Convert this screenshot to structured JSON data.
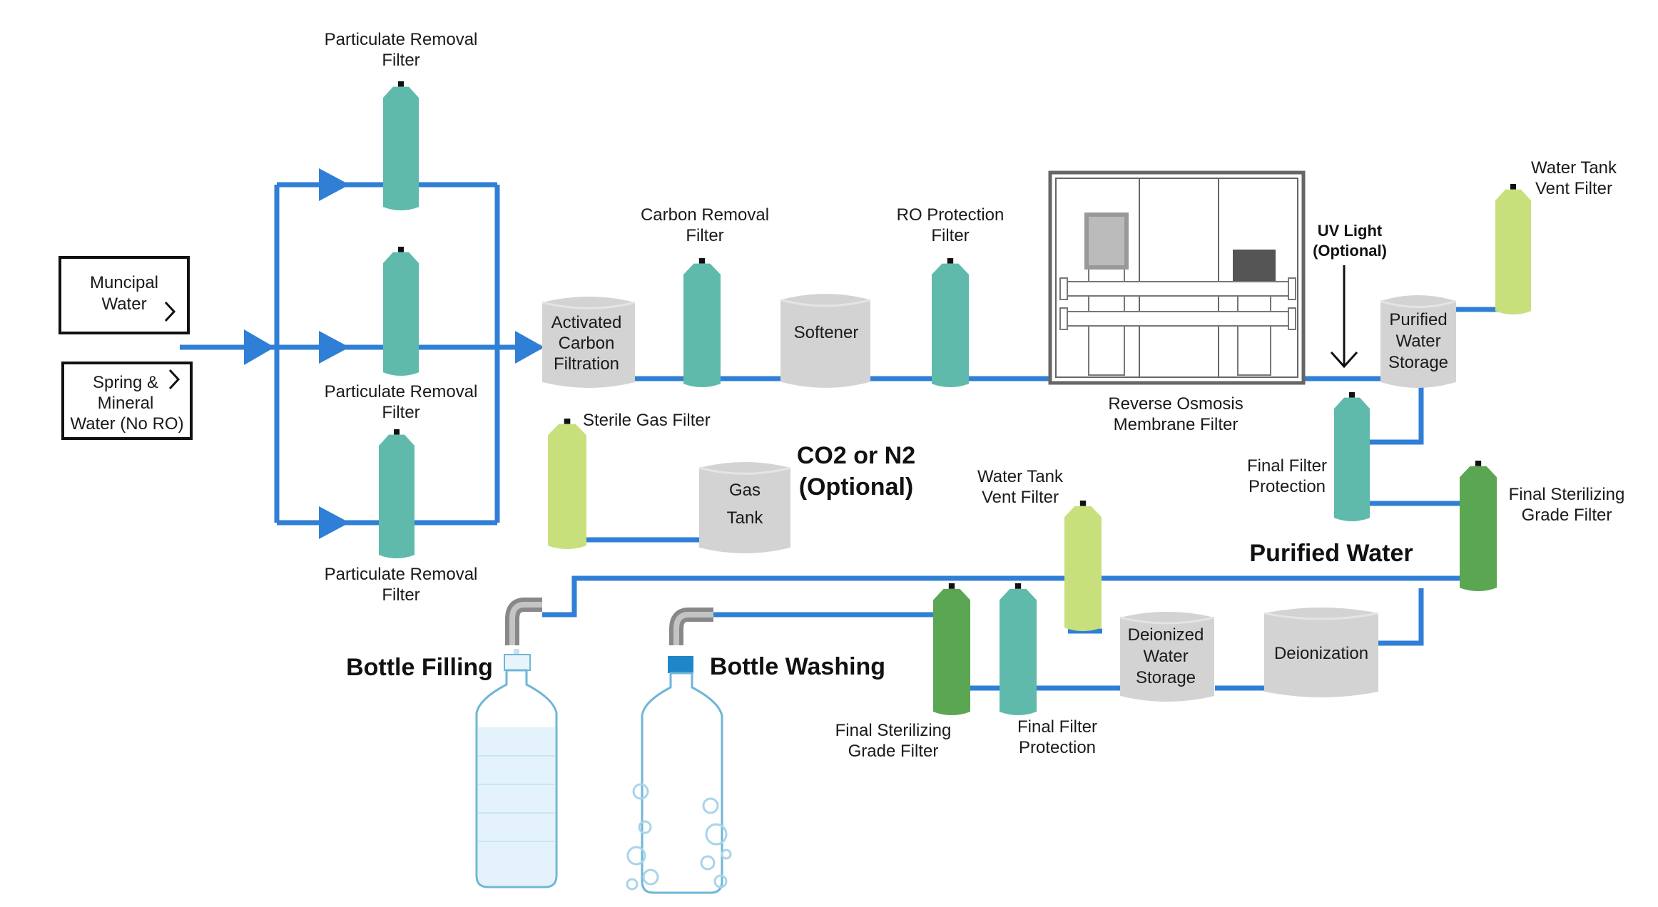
{
  "sources": {
    "municipal": [
      "Muncipal",
      "Water"
    ],
    "spring": [
      "Spring &",
      "Mineral",
      "Water (No RO)"
    ]
  },
  "filters": {
    "particulate_top": [
      "Particulate Removal",
      "Filter"
    ],
    "particulate_mid": [
      "Particulate Removal",
      "Filter"
    ],
    "particulate_bottom": [
      "Particulate Removal",
      "Filter"
    ],
    "carbon_removal": [
      "Carbon Removal",
      "Filter"
    ],
    "ro_protection": [
      "RO Protection",
      "Filter"
    ],
    "water_tank_vent_top": [
      "Water Tank",
      "Vent Filter"
    ],
    "sterile_gas": [
      "Sterile Gas Filter"
    ],
    "final_filter_protection_right": [
      "Final Filter",
      "Protection"
    ],
    "final_sterilizing_right": [
      "Final Sterilizing",
      "Grade Filter"
    ],
    "water_tank_vent_mid": [
      "Water Tank",
      "Vent Filter"
    ],
    "final_sterilizing_bottom": [
      "Final Sterilizing",
      "Grade Filter"
    ],
    "final_filter_protection_bottom": [
      "Final Filter",
      "Protection"
    ]
  },
  "tanks": {
    "activated_carbon": [
      "Activated",
      "Carbon",
      "Filtration"
    ],
    "softener": [
      "Softener"
    ],
    "purified_storage": [
      "Purified",
      "Water",
      "Storage"
    ],
    "gas_tank": [
      "Gas",
      "Tank"
    ],
    "deionized_storage": [
      "Deionized",
      "Water",
      "Storage"
    ],
    "deionization": [
      "Deionization"
    ]
  },
  "ro_membrane": [
    "Reverse Osmosis",
    "Membrane Filter"
  ],
  "uv_light": [
    "UV Light",
    "(Optional)"
  ],
  "co2": [
    "CO2 or N2",
    "(Optional)"
  ],
  "purified_water": "Purified Water",
  "bottle_filling": "Bottle Filling",
  "bottle_washing": "Bottle Washing",
  "colors": {
    "pipe": "#2f7fd6",
    "teal_filter": "#5fbaab",
    "lime_filter": "#c8e07c",
    "green_filter": "#5aa653",
    "tank_gray": "#d3d3d3"
  }
}
